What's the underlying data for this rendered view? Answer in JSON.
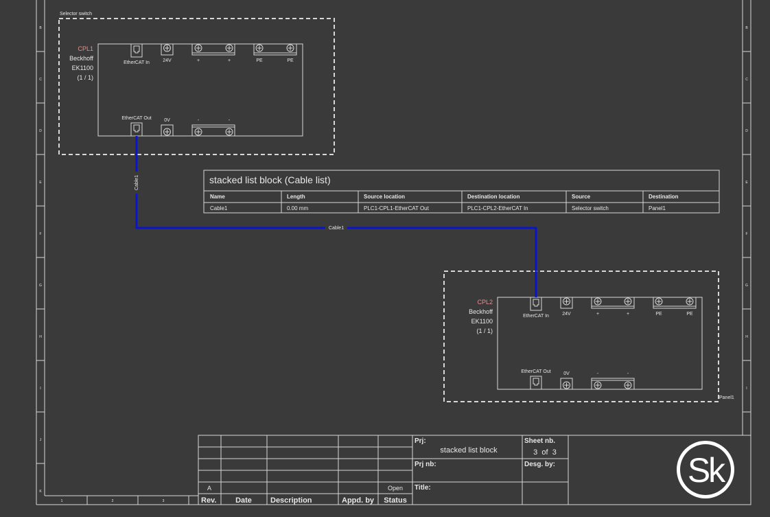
{
  "border": {
    "row_labels": [
      "B",
      "C",
      "D",
      "E",
      "F",
      "G",
      "H",
      "I",
      "J",
      "K"
    ],
    "col_labels": [
      "1",
      "2",
      "3"
    ]
  },
  "groups": {
    "group1_label": "Selector switch",
    "group2_label": "Panel1"
  },
  "devices": [
    {
      "tag": "CPL1",
      "vendor": "Beckhoff",
      "model": "EK1100",
      "page_ref": "(1 / 1)",
      "top_labels": [
        "EtherCAT In",
        "24V",
        "+",
        "+",
        "PE",
        "PE"
      ],
      "bottom_labels": [
        "EtherCAT Out",
        "0V",
        "-",
        "-"
      ]
    },
    {
      "tag": "CPL2",
      "vendor": "Beckhoff",
      "model": "EK1100",
      "page_ref": "(1 / 1)",
      "top_labels": [
        "EtherCAT In",
        "24V",
        "+",
        "+",
        "PE",
        "PE"
      ],
      "bottom_labels": [
        "EtherCAT Out",
        "0V",
        "-",
        "-"
      ]
    }
  ],
  "cable": {
    "vertical_label": "Cable1",
    "horizontal_label": "Cable1",
    "color": "#0a14c8"
  },
  "cable_list": {
    "title": "stacked list block (Cable list)",
    "headers": [
      "Name",
      "Length",
      "Source location",
      "Destination location",
      "Source",
      "Destination"
    ],
    "rows": [
      [
        "Cable1",
        "0.00 mm",
        "PLC1-CPL1-EtherCAT Out",
        "PLC1-CPL2-EtherCAT In",
        "Selector switch",
        "Panel1"
      ]
    ]
  },
  "title_block": {
    "revision_row": {
      "rev": "A",
      "status": "Open"
    },
    "footer": [
      "Rev.",
      "Date",
      "Description",
      "Appd. by",
      "Status"
    ],
    "prj_label": "Prj:",
    "prj_value": "stacked list block",
    "prj_nb_label": "Prj nb:",
    "title_label": "Title:",
    "sheet_label": "Sheet nb.",
    "sheet_value": "3  of  3",
    "desg_label": "Desg. by:",
    "logo_text": "Sk"
  },
  "colors": {
    "background": "#3a3a3a",
    "line": "#d8d8d8",
    "device_tag": "#e89090",
    "cable": "#0a14c8"
  }
}
